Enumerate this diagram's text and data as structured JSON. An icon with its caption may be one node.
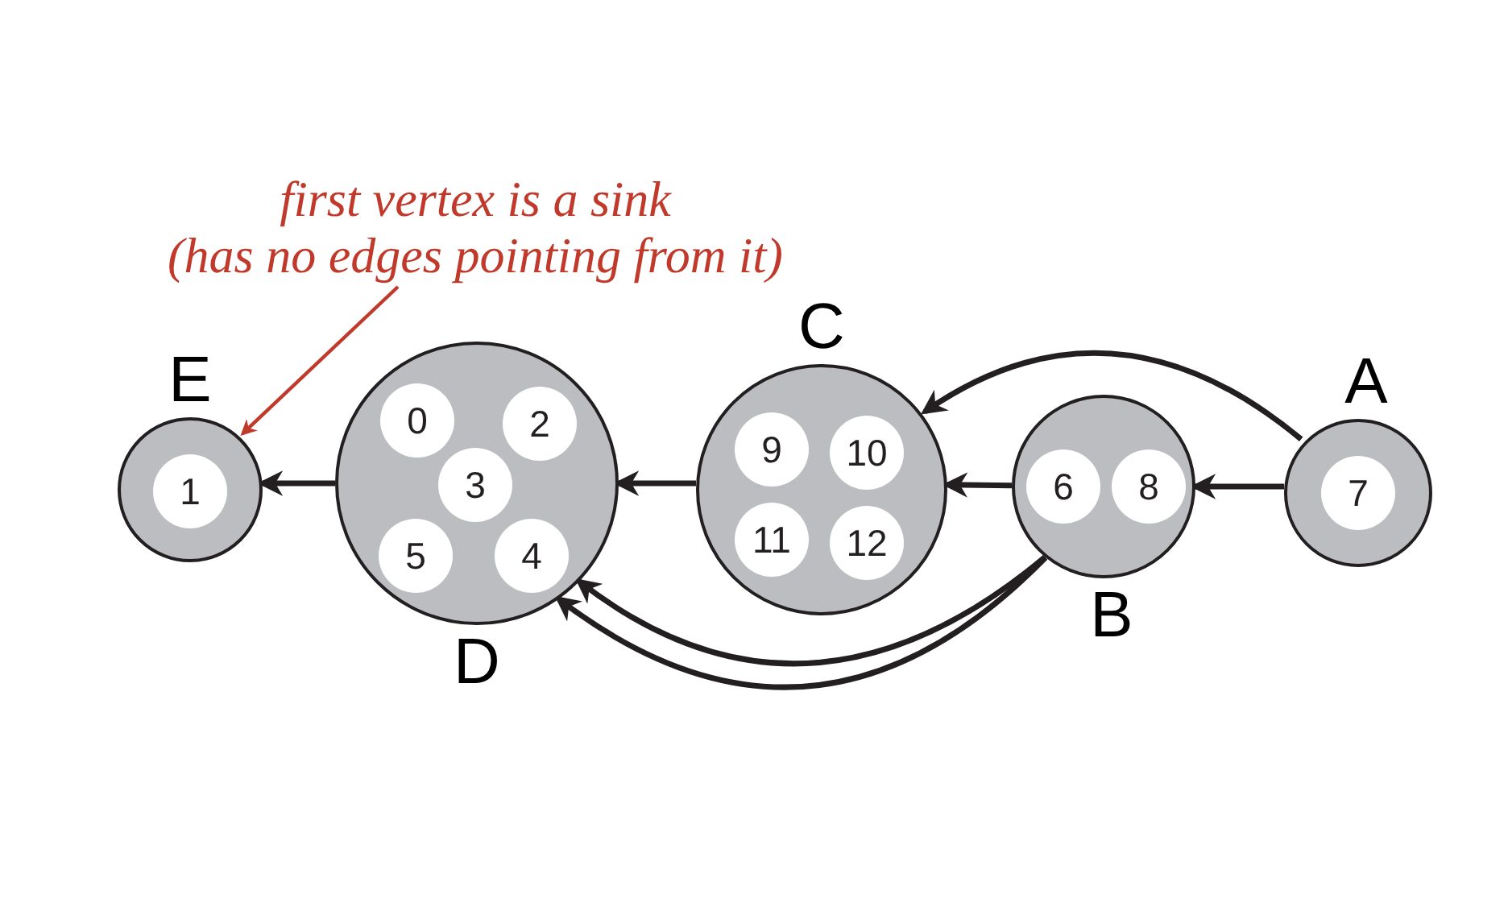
{
  "diagram": {
    "nodes": [
      {
        "text": [
          "first vertex is a sink",
          "(has no edges pointing from it)"
        ]
      },
      {
        "text": [
          "E"
        ]
      },
      {
        "text": [
          "1"
        ],
        "in": 1
      },
      {
        "text": [
          "D"
        ]
      },
      {
        "text": [
          "0"
        ],
        "in": 3
      },
      {
        "text": [
          "2"
        ],
        "in": 3
      },
      {
        "text": [
          "3"
        ],
        "in": 3
      },
      {
        "text": [
          "5"
        ],
        "in": 3
      },
      {
        "text": [
          "4"
        ],
        "in": 3
      },
      {
        "text": [
          "C"
        ]
      },
      {
        "text": [
          "9"
        ],
        "in": 9
      },
      {
        "text": [
          "10"
        ],
        "in": 9
      },
      {
        "text": [
          "11"
        ],
        "in": 9
      },
      {
        "text": [
          "12"
        ],
        "in": 9
      },
      {
        "text": [
          "B"
        ]
      },
      {
        "text": [
          "6"
        ],
        "in": 14
      },
      {
        "text": [
          "8"
        ],
        "in": 14
      },
      {
        "text": [
          "A"
        ]
      },
      {
        "text": [
          "7"
        ],
        "in": 17
      }
    ],
    "edges": [
      {
        "from": 0,
        "to": 1,
        "arrow": "to",
        "color": "#c0392b"
      },
      {
        "from": 3,
        "to": 1,
        "arrow": "to"
      },
      {
        "from": 9,
        "to": 3,
        "arrow": "to"
      },
      {
        "from": 14,
        "to": 9,
        "arrow": "to"
      },
      {
        "from": 17,
        "to": 14,
        "arrow": "to"
      },
      {
        "from": 17,
        "to": 9,
        "arrow": "to"
      },
      {
        "from": 14,
        "to": 3,
        "arrow": "to"
      },
      {
        "from": 14,
        "to": 3,
        "arrow": "to"
      }
    ]
  }
}
